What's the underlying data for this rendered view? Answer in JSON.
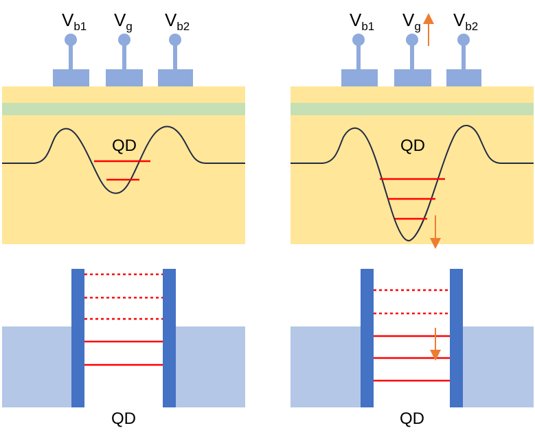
{
  "panels": [
    {
      "gates": [
        {
          "main": "V",
          "sub": "b1"
        },
        {
          "main": "V",
          "sub": "g"
        },
        {
          "main": "V",
          "sub": "b2"
        }
      ],
      "qd_label": "QD",
      "levels_in_well": 2,
      "bottom_label": "QD",
      "bottom_levels_solid": 2,
      "bottom_levels_dotted": 3,
      "voltage_arrow": false
    },
    {
      "gates": [
        {
          "main": "V",
          "sub": "b1"
        },
        {
          "main": "V",
          "sub": "g"
        },
        {
          "main": "V",
          "sub": "b2"
        }
      ],
      "qd_label": "QD",
      "levels_in_well": 3,
      "bottom_label": "QD",
      "bottom_levels_solid": 3,
      "bottom_levels_dotted": 2,
      "voltage_arrow": true
    }
  ],
  "colors": {
    "gate": "#8faadc",
    "substrate": "#ffe699",
    "oxide": "#c5e0b4",
    "level": "#ff0000",
    "arrow": "#ed7d31",
    "lead": "#b4c7e7",
    "barrier": "#4472c4",
    "potential": "#1f2a44"
  }
}
